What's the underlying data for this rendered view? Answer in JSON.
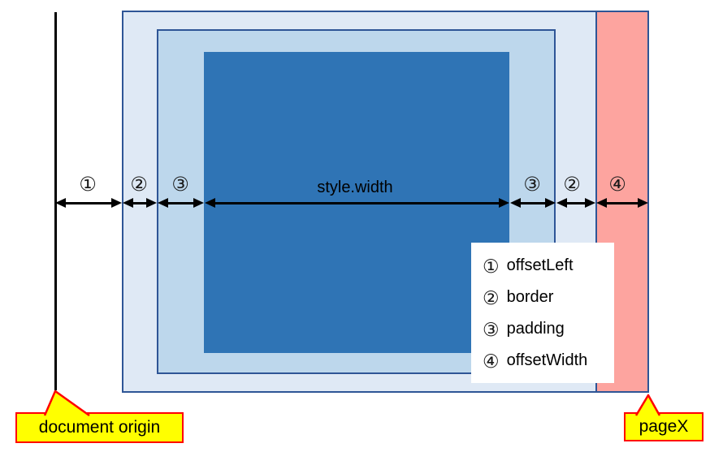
{
  "diagram": {
    "title": "element box model offset diagram",
    "arrows": [
      {
        "id": "offsetLeft-left",
        "label": "①"
      },
      {
        "id": "border-left",
        "label": "②"
      },
      {
        "id": "padding-left",
        "label": "③"
      },
      {
        "id": "style-width",
        "label": "style.width"
      },
      {
        "id": "padding-right",
        "label": "③"
      },
      {
        "id": "border-right",
        "label": "②"
      },
      {
        "id": "offsetWidth-right",
        "label": "④"
      }
    ],
    "legend": {
      "items": [
        {
          "num": "①",
          "label": "offsetLeft"
        },
        {
          "num": "②",
          "label": "border"
        },
        {
          "num": "③",
          "label": "padding"
        },
        {
          "num": "④",
          "label": "offsetWidth"
        }
      ]
    },
    "callouts": {
      "document_origin": "document origin",
      "page_x": "pageX"
    },
    "colors": {
      "content_fill": "#2f74b5",
      "padding_fill": "#bdd7ec",
      "border_area_fill": "#dfe9f5",
      "box_outline": "#2e5596",
      "offset_strip_fill": "#fda49f",
      "callout_fill": "#ffff00",
      "callout_border": "#ff0000",
      "axis_and_arrows": "#000000"
    }
  }
}
